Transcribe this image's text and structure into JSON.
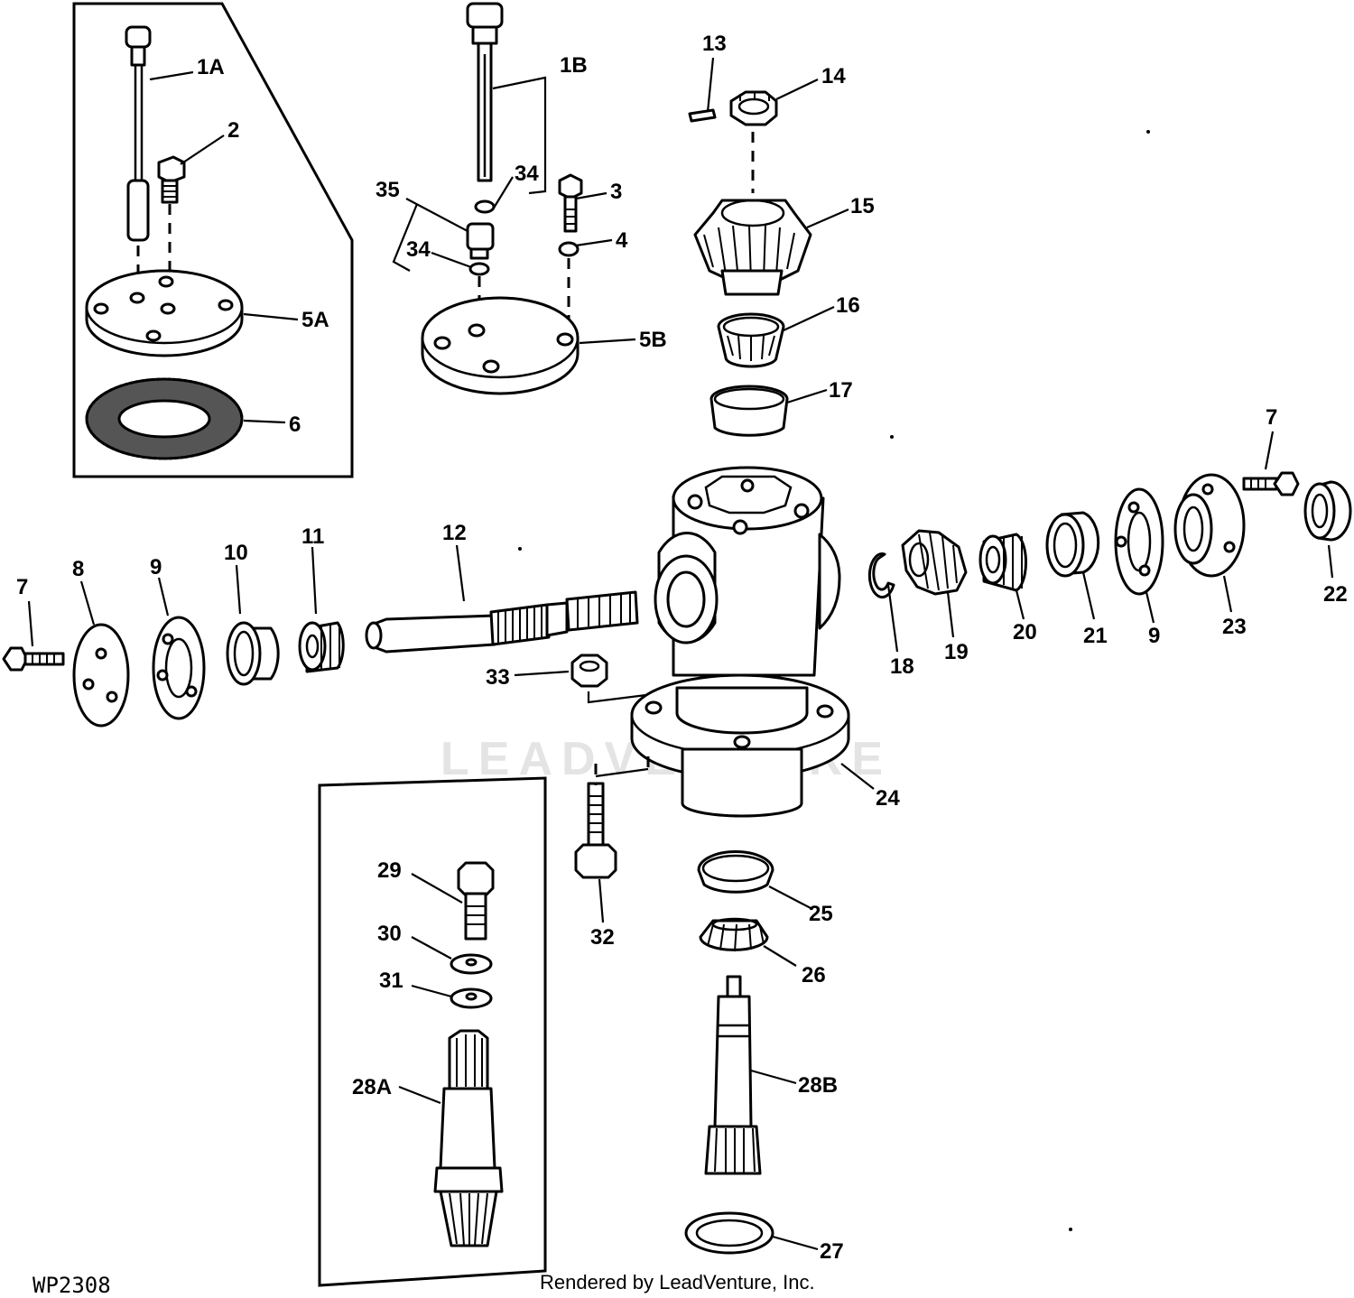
{
  "diagram": {
    "drawing_id": "WP2308",
    "credit": "Rendered by LeadVenture, Inc.",
    "watermark": "LEADVENTURE",
    "callouts": {
      "c1A": "1A",
      "c1B": "1B",
      "c2": "2",
      "c3": "3",
      "c4": "4",
      "c5A": "5A",
      "c5B": "5B",
      "c6": "6",
      "c7L": "7",
      "c7R": "7",
      "c8": "8",
      "c9L": "9",
      "c9R": "9",
      "c10": "10",
      "c11": "11",
      "c12": "12",
      "c13": "13",
      "c14": "14",
      "c15": "15",
      "c16": "16",
      "c17": "17",
      "c18": "18",
      "c19": "19",
      "c20": "20",
      "c21": "21",
      "c22": "22",
      "c23": "23",
      "c24": "24",
      "c25": "25",
      "c26": "26",
      "c27": "27",
      "c28A": "28A",
      "c28B": "28B",
      "c29": "29",
      "c30": "30",
      "c31": "31",
      "c32": "32",
      "c33": "33",
      "c34a": "34",
      "c34b": "34",
      "c35": "35"
    }
  }
}
